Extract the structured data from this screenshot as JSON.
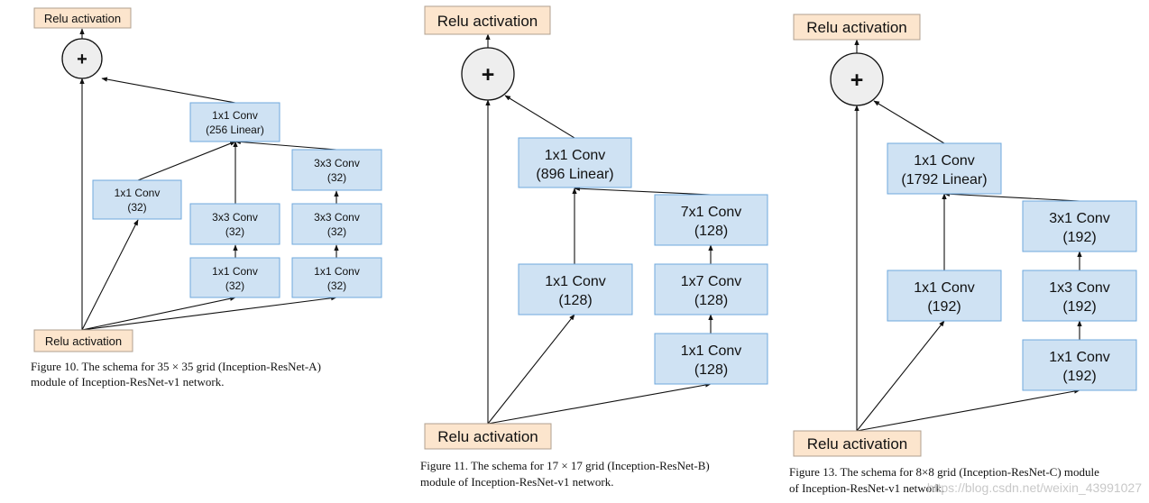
{
  "diagrams": {
    "a": {
      "relu_top": "Relu activation",
      "relu_bottom": "Relu activation",
      "plus": "+",
      "linear_conv": [
        "1x1 Conv",
        "(256 Linear)"
      ],
      "b1": [
        "1x1 Conv",
        "(32)"
      ],
      "b2_top": [
        "3x3 Conv",
        "(32)"
      ],
      "b2_bot": [
        "1x1 Conv",
        "(32)"
      ],
      "b3_top": [
        "3x3 Conv",
        "(32)"
      ],
      "b3_mid": [
        "3x3 Conv",
        "(32)"
      ],
      "b3_bot": [
        "1x1 Conv",
        "(32)"
      ],
      "caption": [
        "Figure 10. The schema for 35 × 35 grid (Inception-ResNet-A)",
        "module of Inception-ResNet-v1 network."
      ]
    },
    "b": {
      "relu_top": "Relu activation",
      "relu_bottom": "Relu activation",
      "plus": "+",
      "linear_conv": [
        "1x1 Conv",
        "(896 Linear)"
      ],
      "b1": [
        "1x1 Conv",
        "(128)"
      ],
      "b2_top": [
        "7x1 Conv",
        "(128)"
      ],
      "b2_mid": [
        "1x7 Conv",
        "(128)"
      ],
      "b2_bot": [
        "1x1 Conv",
        "(128)"
      ],
      "caption": [
        "Figure 11. The schema for 17 × 17 grid (Inception-ResNet-B)",
        "module of Inception-ResNet-v1 network."
      ]
    },
    "c": {
      "relu_top": "Relu activation",
      "relu_bottom": "Relu activation",
      "plus": "+",
      "linear_conv": [
        "1x1 Conv",
        "(1792 Linear)"
      ],
      "b1": [
        "1x1 Conv",
        "(192)"
      ],
      "b2_top": [
        "3x1 Conv",
        "(192)"
      ],
      "b2_mid": [
        "1x3 Conv",
        "(192)"
      ],
      "b2_bot": [
        "1x1 Conv",
        "(192)"
      ],
      "caption": [
        "Figure 13. The schema for 8×8 grid (Inception-ResNet-C) module",
        "of Inception-ResNet-v1 network."
      ]
    }
  },
  "watermark": "https://blog.csdn.net/weixin_43991027",
  "colors": {
    "conv_fill": "#cfe2f3",
    "conv_border": "#6fa8dc",
    "relu_fill": "#fce5cd",
    "arrow": "#111111"
  }
}
